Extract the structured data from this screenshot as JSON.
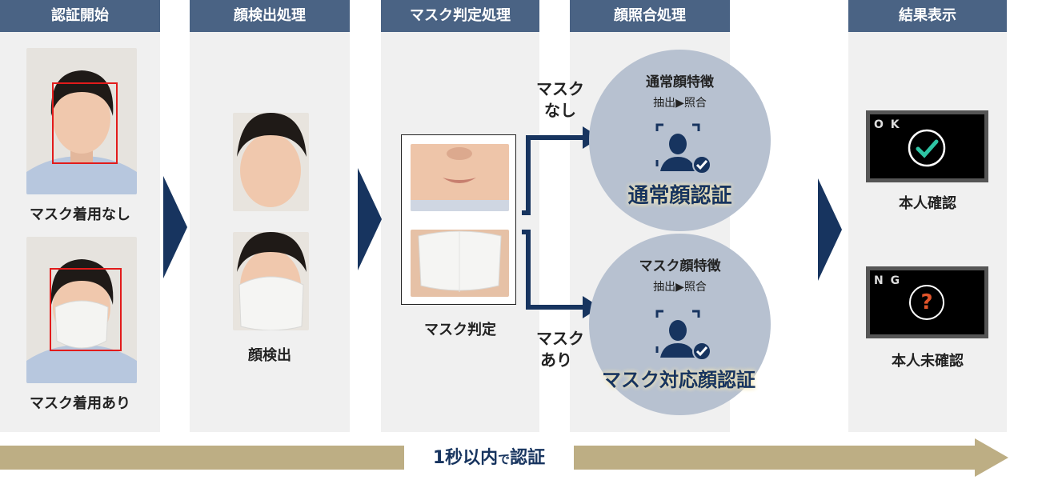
{
  "headers": {
    "col1": "認証開始",
    "col2": "顔検出処理",
    "col3": "マスク判定処理",
    "col4": "顔照合処理",
    "col5": "結果表示"
  },
  "col1": {
    "no_mask_label": "マスク着用なし",
    "mask_label": "マスク着用あり"
  },
  "col2": {
    "label": "顔検出"
  },
  "col3": {
    "label": "マスク判定"
  },
  "branch": {
    "top_line1": "マスク",
    "top_line2": "なし",
    "bottom_line1": "マスク",
    "bottom_line2": "あり"
  },
  "normal": {
    "title": "通常顔特徴",
    "sub": "抽出▶照合",
    "big": "通常顔認証"
  },
  "maskmatch": {
    "title": "マスク顔特徴",
    "sub": "抽出▶照合",
    "big": "マスク対応顔認証"
  },
  "result": {
    "ok_tag": "O K",
    "ok_label": "本人確認",
    "ng_tag": "N G",
    "ng_mark": "?",
    "ng_label": "本人未確認"
  },
  "footer": {
    "num": "1秒以内",
    "small": "で",
    "big": "認証"
  },
  "colors": {
    "header_bg": "#4a6384",
    "navy": "#17345f",
    "gold": "#bdae84",
    "ok_green": "#2ec4a4",
    "ng_red": "#e0542a"
  }
}
